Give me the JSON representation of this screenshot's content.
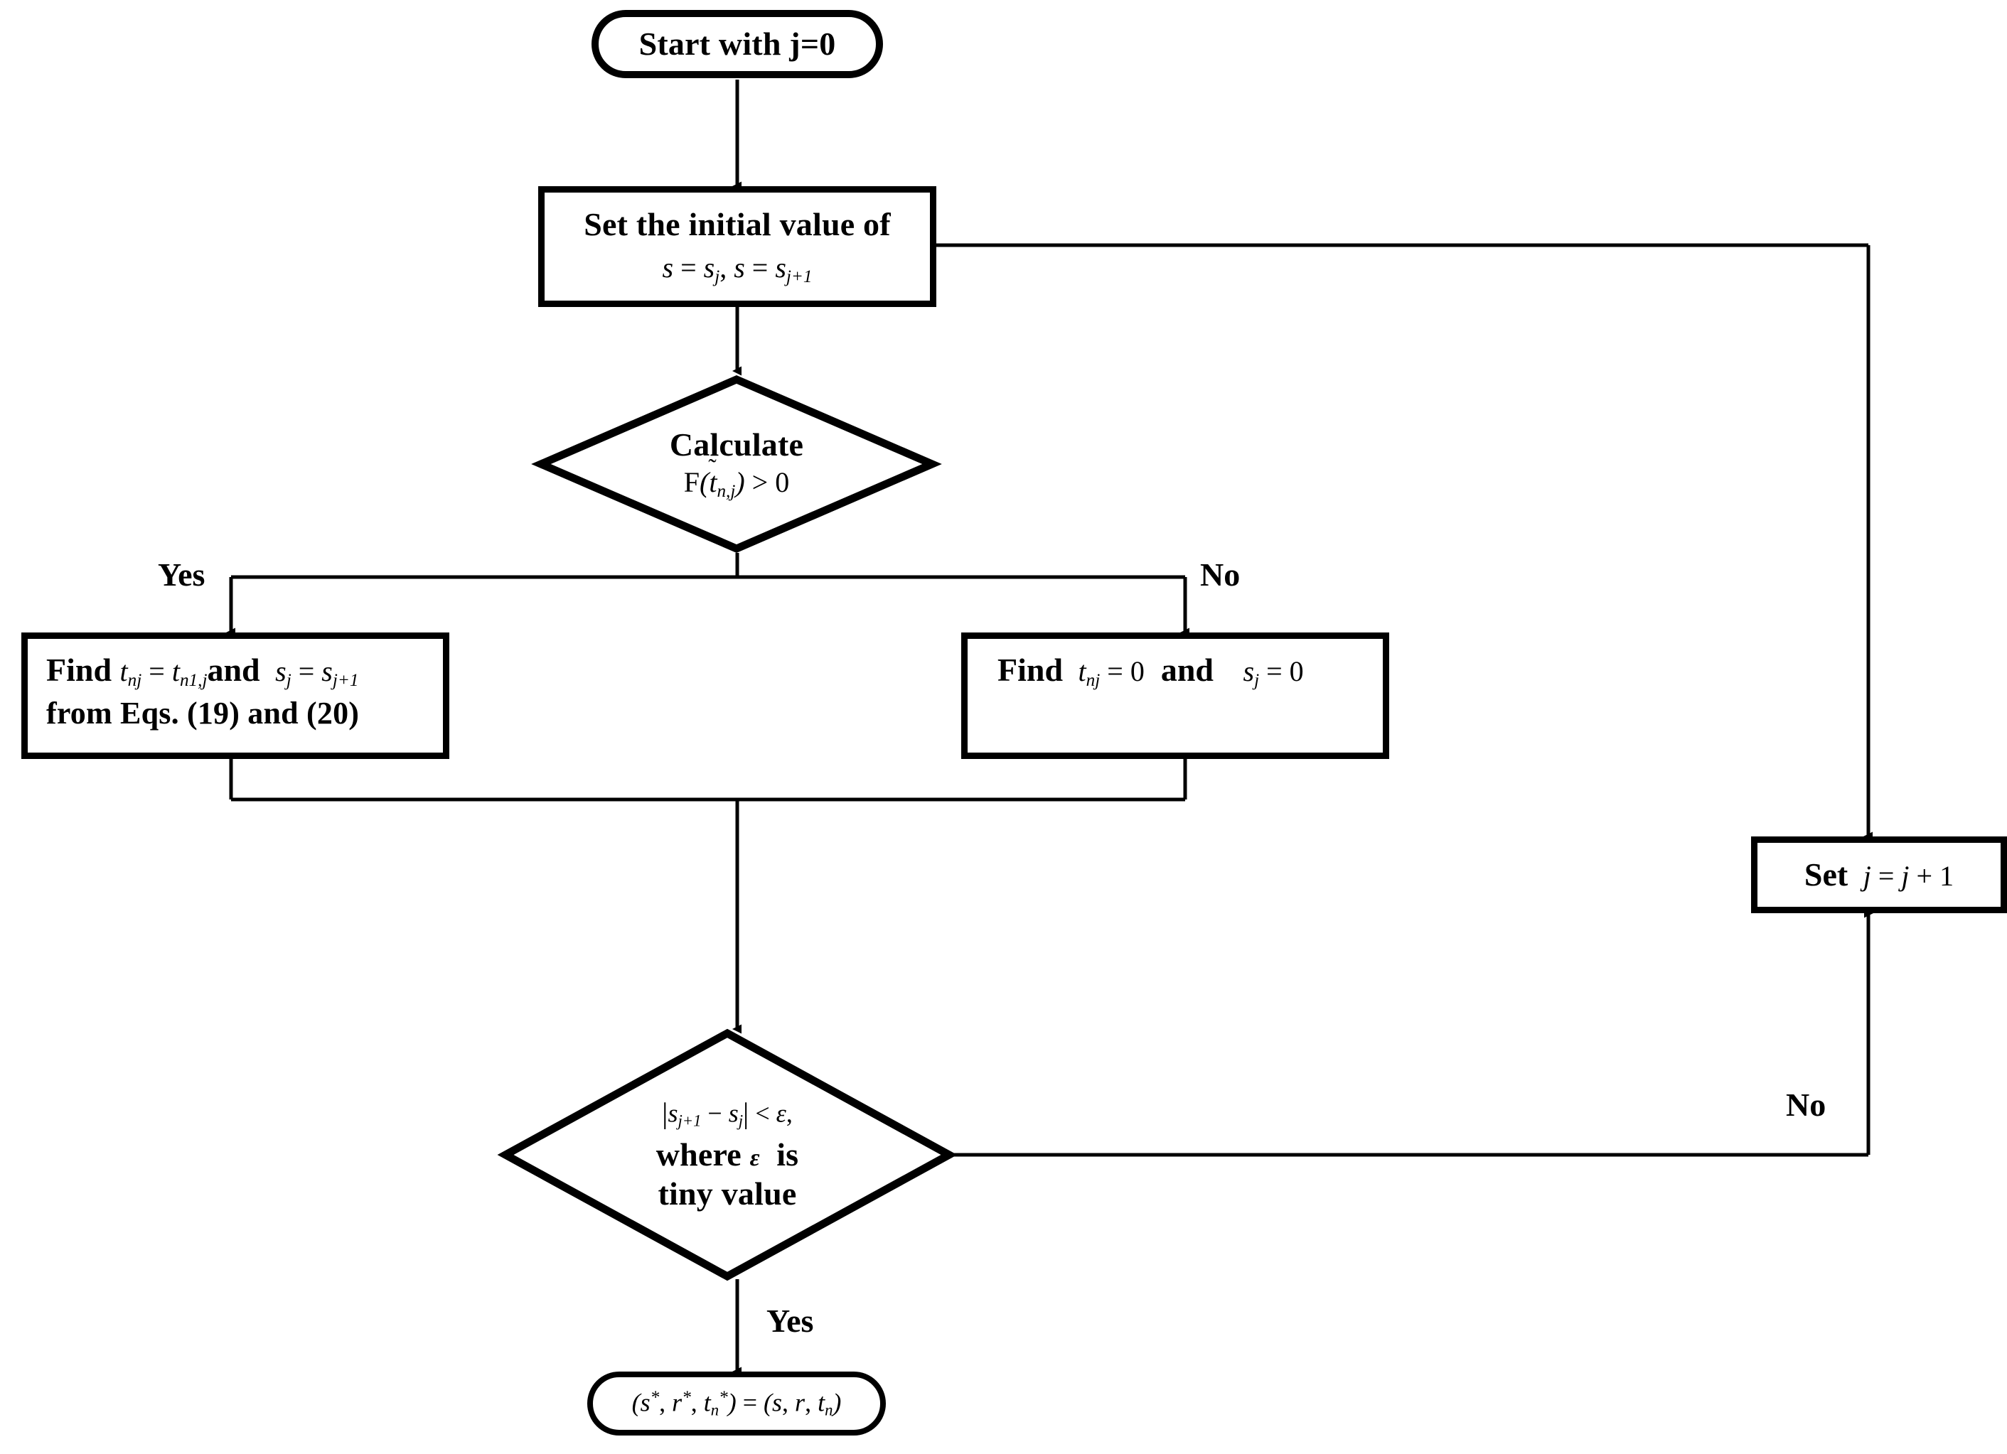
{
  "diagram": {
    "title": "Iterative solution flowchart",
    "type": "flowchart",
    "colors": {
      "stroke": "#000000",
      "fill": "#ffffff",
      "text": "#000000"
    }
  },
  "nodes": {
    "start": {
      "shape": "terminal",
      "label": "Start with j=0"
    },
    "init": {
      "shape": "process",
      "line1": "Set the initial value of",
      "math_plain": "s = s_j , s = s_{j+1}"
    },
    "decision_f": {
      "shape": "decision",
      "line1": "Calculate",
      "math_plain": "F(t̃_{n,j}) > 0"
    },
    "find_yes": {
      "shape": "process",
      "line1_plain": "Find t_{nj} = t_{n1,j} and  s_j = s_{j+1}",
      "line2": "from Eqs. (19) and (20)",
      "find_word": "Find",
      "and_word": "and"
    },
    "find_no": {
      "shape": "process",
      "line1_plain": "Find  t_{nj} = 0  and   s_j = 0",
      "find_word": "Find",
      "and_word": "and"
    },
    "decision_eps": {
      "shape": "decision",
      "math_plain": "|s_{j+1} - s_j| < ε,",
      "line2_a": "where",
      "line2_eps": "ε",
      "line2_b": "is",
      "line3": "tiny value"
    },
    "set_j": {
      "shape": "process",
      "word": "Set",
      "math_plain": "j = j + 1"
    },
    "end": {
      "shape": "terminal",
      "math_plain": "(s*, r*, t_n*) = (s, r, t_n)"
    }
  },
  "edge_labels": {
    "decision_f_yes": "Yes",
    "decision_f_no": "No",
    "decision_eps_yes": "Yes",
    "decision_eps_no": "No"
  }
}
